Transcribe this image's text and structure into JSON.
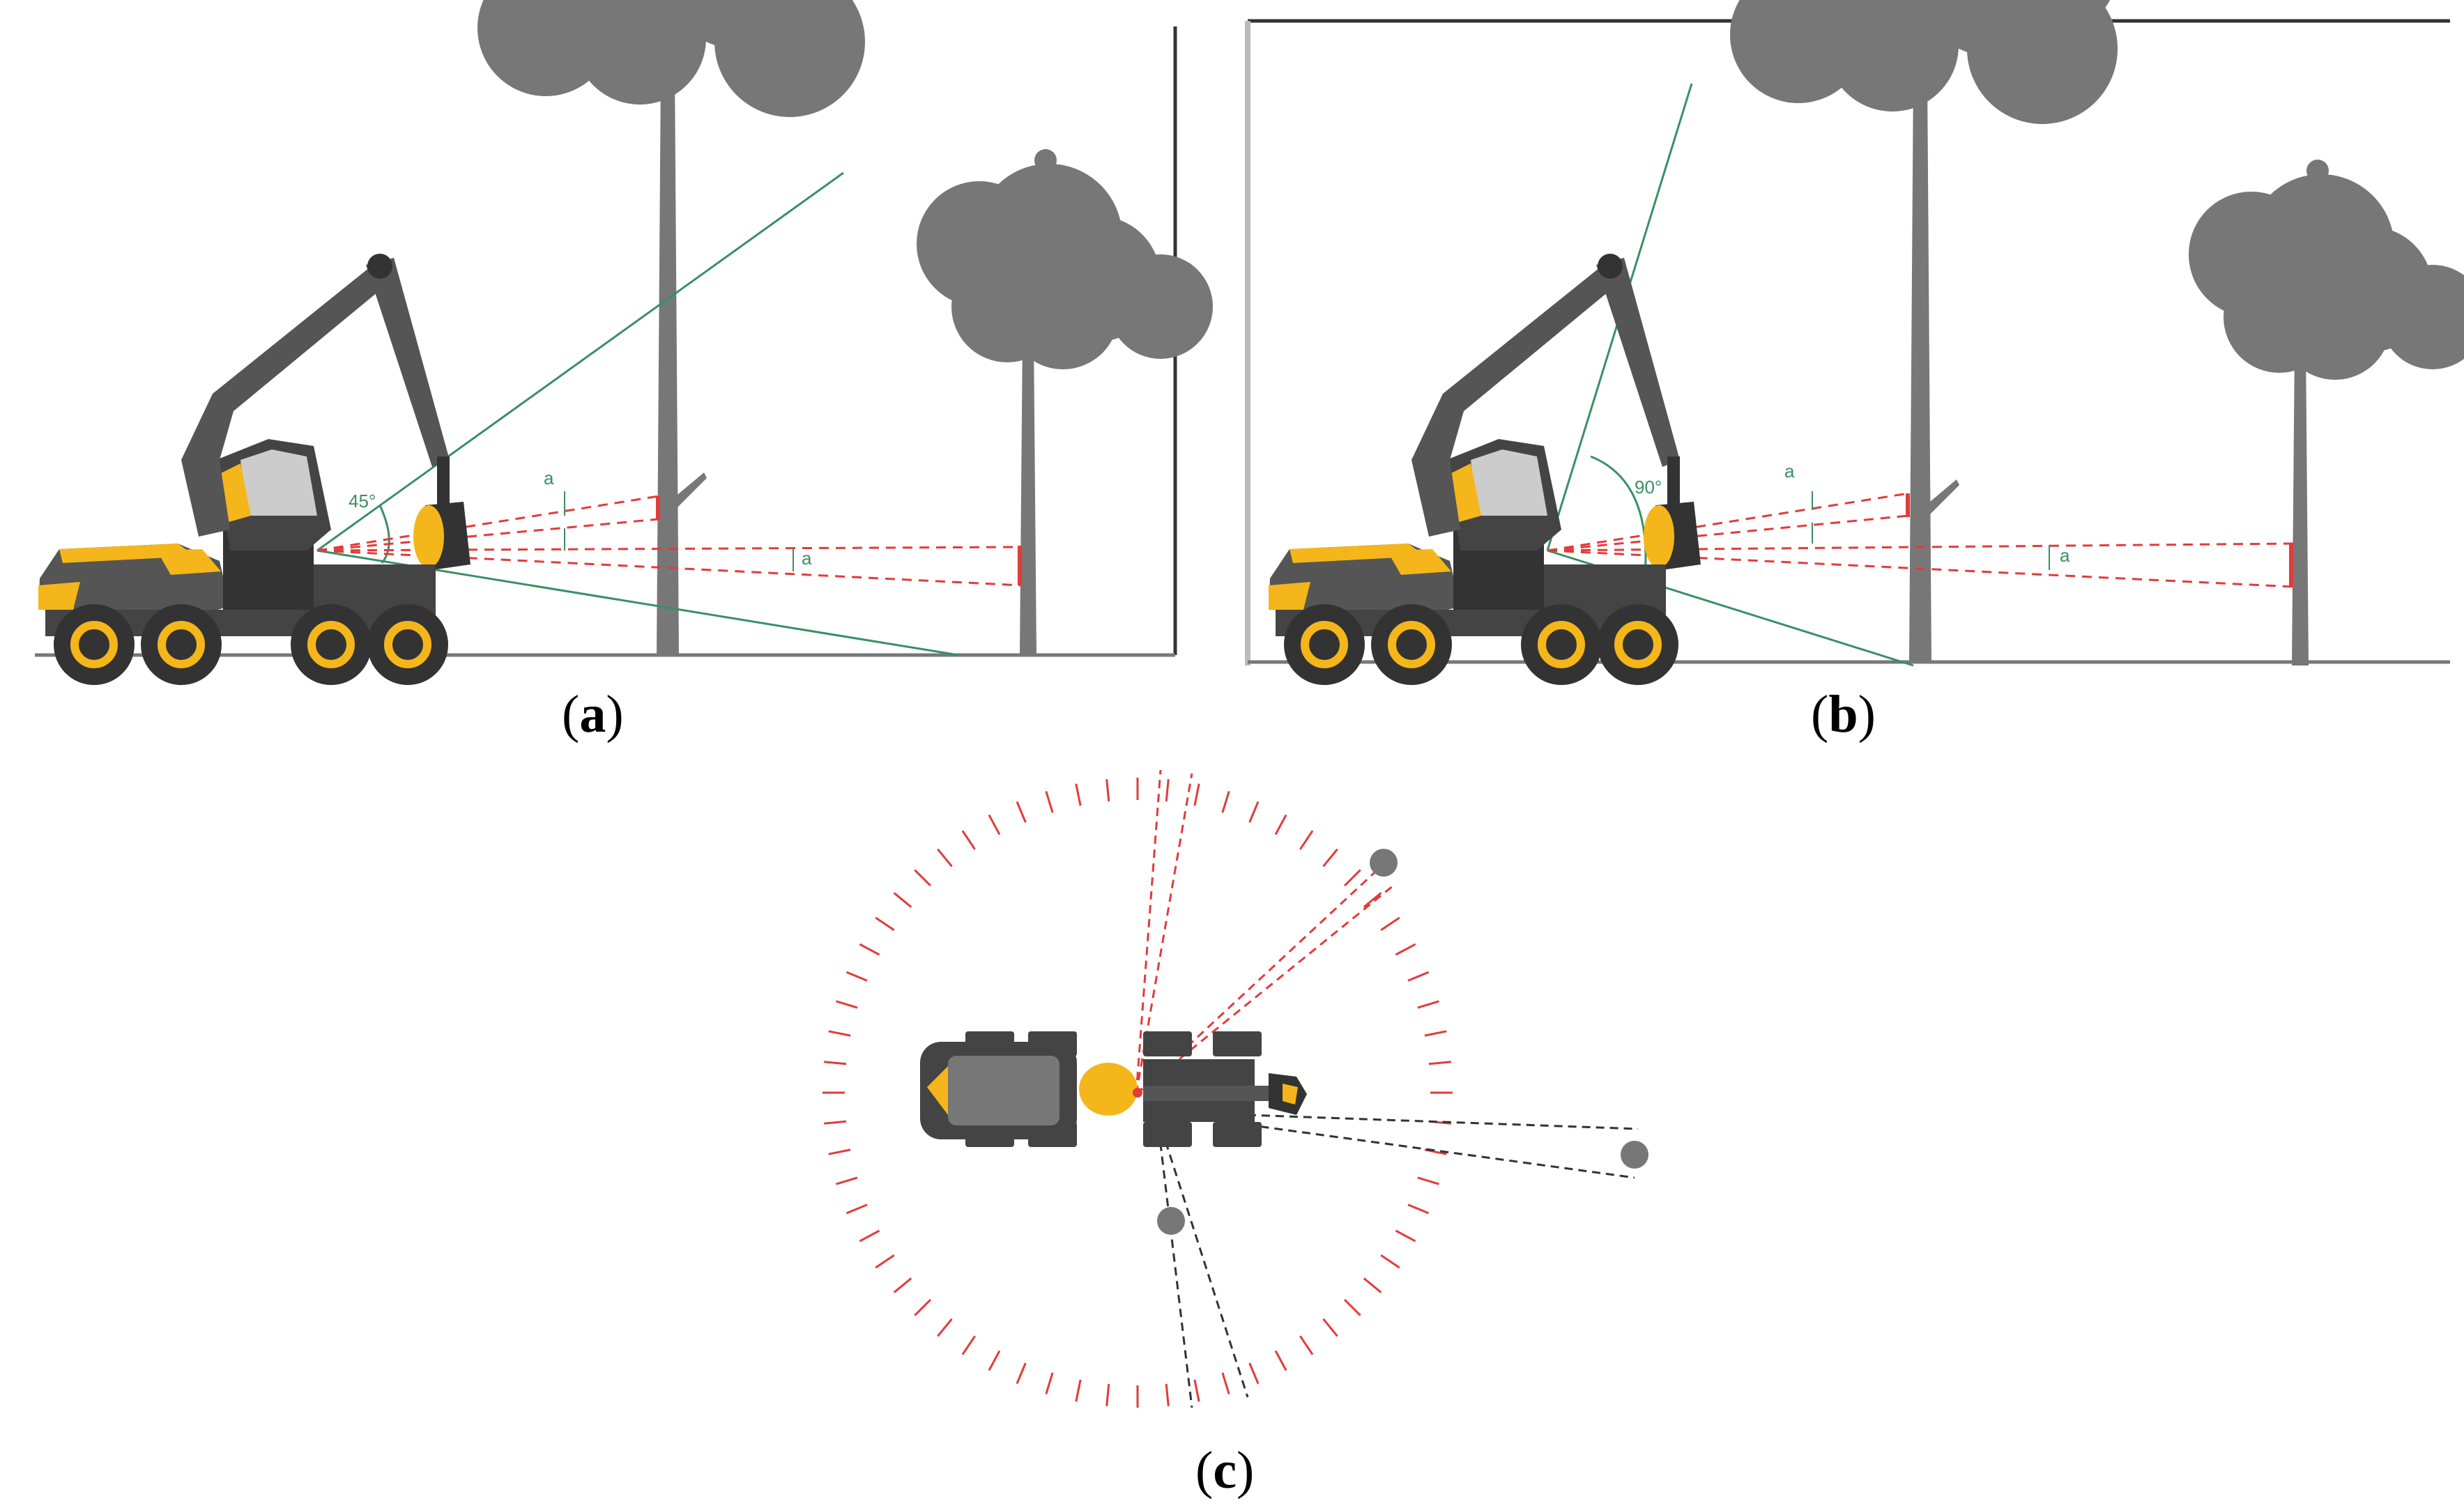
{
  "panels": {
    "a": {
      "label_open": "(",
      "label_letter": "a",
      "label_close": ")",
      "angle_text": "45°",
      "spread_symbol": "a"
    },
    "b": {
      "label_open": "(",
      "label_letter": "b",
      "label_close": ")",
      "angle_text": "90°",
      "spread_symbol": "a"
    },
    "c": {
      "label_open": "(",
      "label_letter": "c",
      "label_close": ")"
    }
  },
  "colors": {
    "tree": "#777777",
    "machine_body": "#555555",
    "machine_dark": "#333333",
    "machine_yellow": "#f4b61a",
    "laser": "#e23b3b",
    "fov_line": "#3a8f65",
    "ground": "#777777",
    "top_rays": "#333333"
  },
  "icons": {
    "tree": "tree-icon",
    "harvester_side": "harvester-side-icon",
    "harvester_top": "harvester-top-icon",
    "tree_top": "tree-top-view-icon"
  }
}
